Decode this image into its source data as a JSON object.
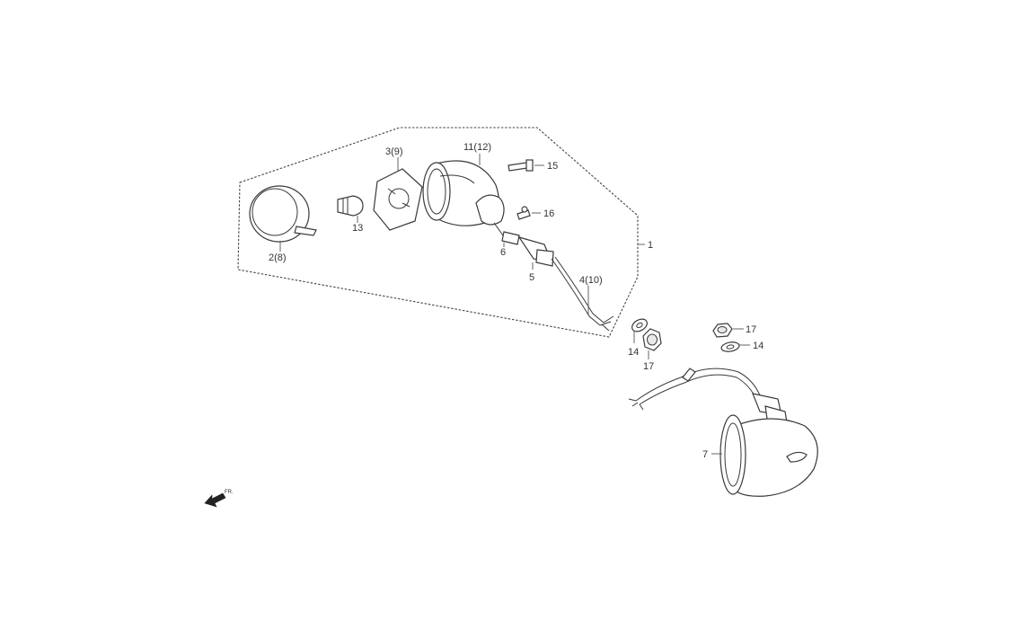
{
  "callouts": {
    "c1": "1",
    "c2": "2(8)",
    "c3": "3(9)",
    "c4": "4(10)",
    "c5": "5",
    "c6": "6",
    "c7": "7",
    "c11": "11(12)",
    "c13": "13",
    "c14a": "14",
    "c14b": "14",
    "c15": "15",
    "c16": "16",
    "c17a": "17",
    "c17b": "17"
  },
  "direction": {
    "label": "FR.",
    "icon": "arrow-front-icon"
  }
}
